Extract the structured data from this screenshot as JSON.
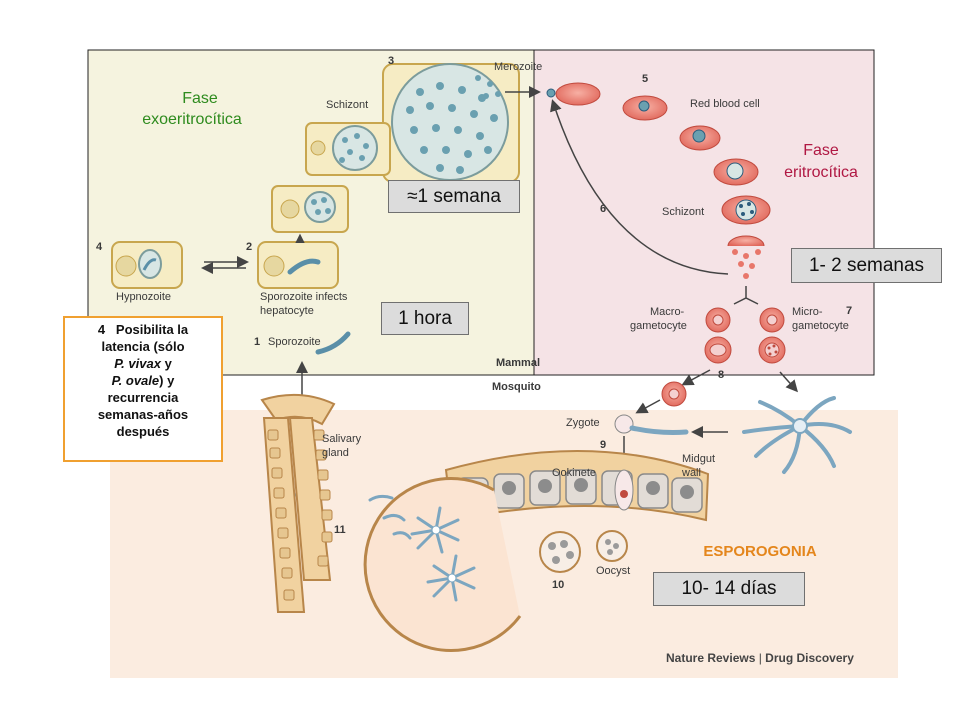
{
  "phases": {
    "exo": {
      "line1": "Fase",
      "line2": "exoeritrocítica"
    },
    "ery": {
      "line1": "Fase",
      "line2": "eritrocítica"
    },
    "sporogony": "ESPOROGONIA"
  },
  "time_boxes": {
    "week": "≈1 semana",
    "hour": "1 hora",
    "weeks": "1- 2 semanas",
    "days": "10- 14 días"
  },
  "note": {
    "num": "4",
    "l1": "Posibilita la",
    "l2": "latencia (sólo",
    "sp1": "P. vivax",
    "and1": " y",
    "sp2": "P. ovale",
    "and2": ") y",
    "l5": "recurrencia",
    "l6": "semanas-años",
    "l7": "después"
  },
  "labels": {
    "schizont": "Schizont",
    "merozoite": "Merozoite",
    "rbc": "Red blood cell",
    "schizont2": "Schizont",
    "hypnozoite": "Hypnozoite",
    "sporozoite_infects_1": "Sporozoite infects",
    "sporozoite_infects_2": "hepatocyte",
    "sporozoite": "Sporozoite",
    "macro_1": "Macro-",
    "macro_2": "gametocyte",
    "micro_1": "Micro-",
    "micro_2": "gametocyte",
    "mammal": "Mammal",
    "mosquito": "Mosquito",
    "zygote": "Zygote",
    "ookinete": "Ookinete",
    "midgut_1": "Midgut",
    "midgut_2": "wall",
    "salivary_1": "Salivary",
    "salivary_2": "gland",
    "oocyst": "Oocyst"
  },
  "steps": {
    "s1": "1",
    "s2": "2",
    "s3": "3",
    "s4": "4",
    "s5": "5",
    "s6": "6",
    "s7": "7",
    "s8": "8",
    "s9": "9",
    "s10": "10",
    "s11": "11"
  },
  "credit": {
    "journal": "Nature Reviews",
    "sep": " | ",
    "section": "Drug Discovery"
  },
  "colors": {
    "liver_panel": "#f5f3df",
    "blood_panel": "#f5e3e6",
    "mosquito_panel": "#fbece0",
    "rbc": "#e8766a",
    "cell": "#f6ecc4",
    "phase_green": "#2e8b1e",
    "phase_red": "#b01843",
    "sporogony": "#e4861c",
    "note_border": "#f0a030"
  }
}
